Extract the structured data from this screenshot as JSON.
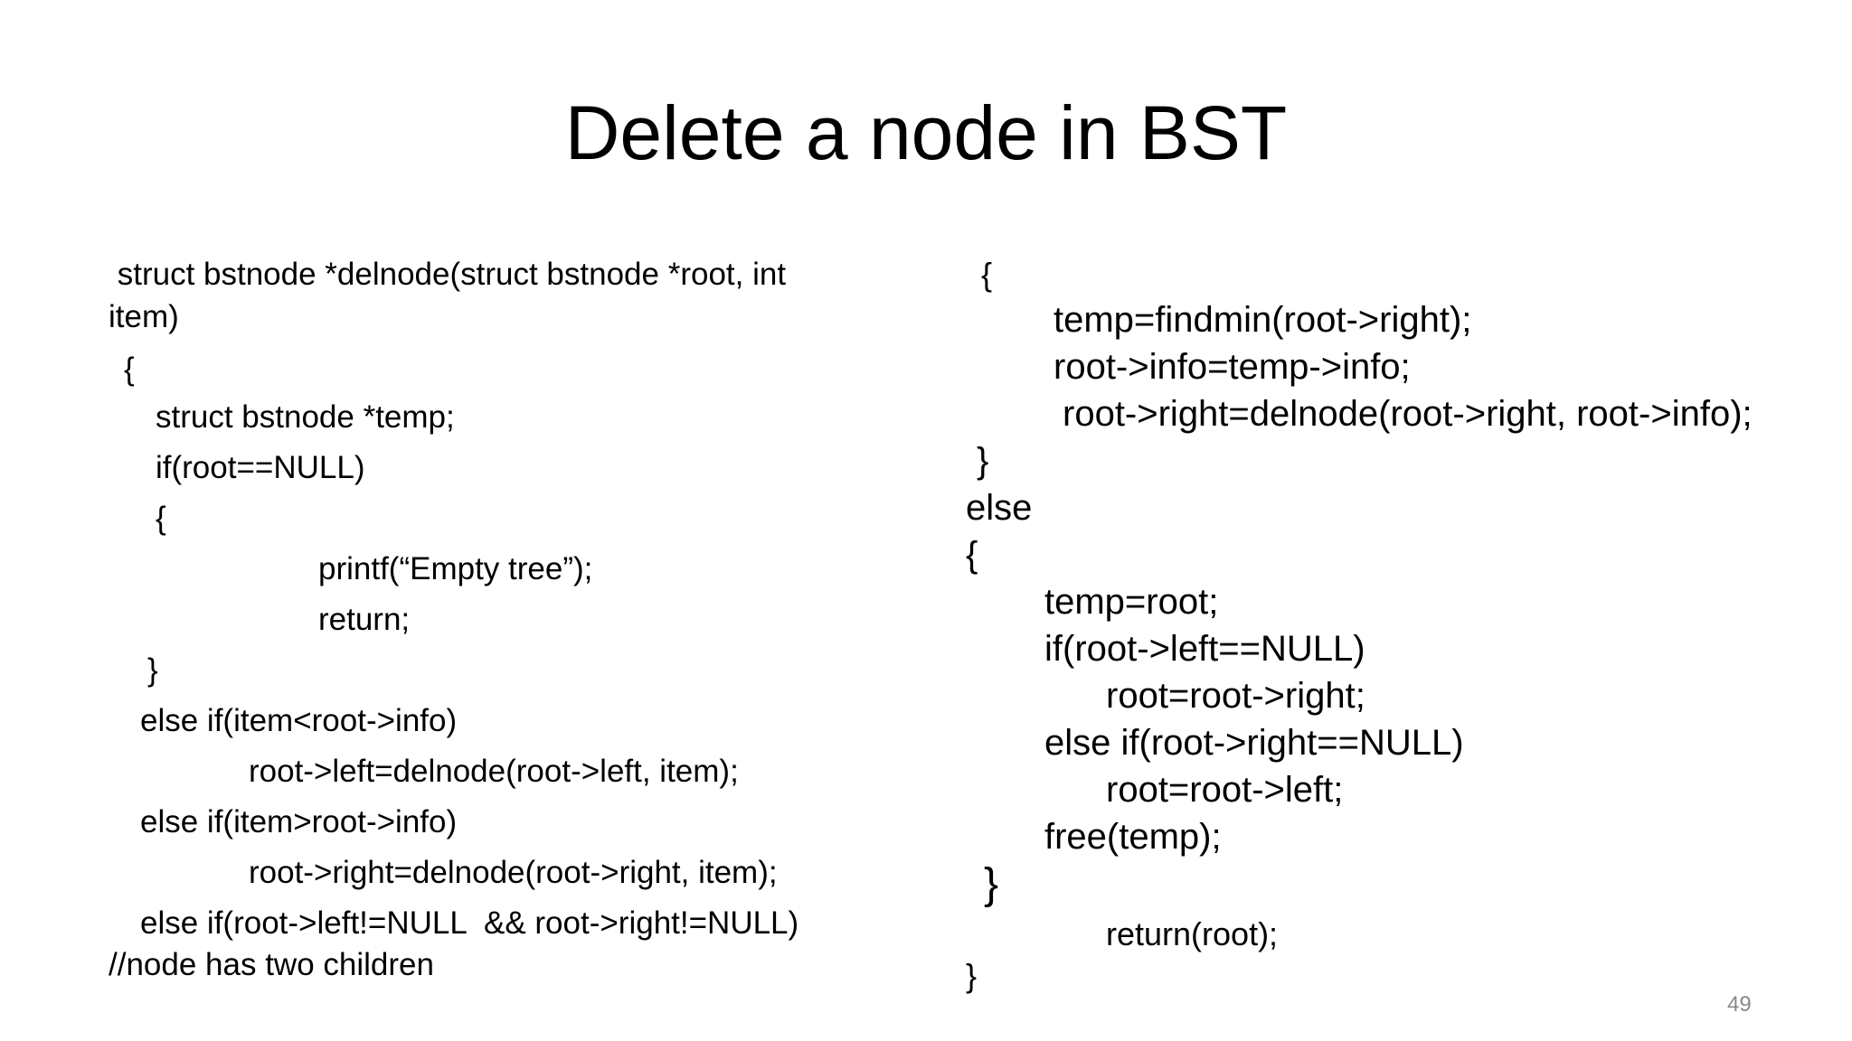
{
  "slide": {
    "title": "Delete a node in BST",
    "left_code": [
      " struct bstnode *delnode(struct bstnode *root, int",
      "item)",
      "{",
      "struct bstnode *temp;",
      "if(root==NULL)",
      "{",
      "printf(“Empty tree”);",
      "return;",
      "}",
      "else if(item<root->info)",
      "root->left=delnode(root->left, item);",
      "else if(item>root->info)",
      "root->right=delnode(root->right, item);",
      "else if(root->left!=NULL  && root->right!=NULL)",
      "//node has two children"
    ],
    "right_code": [
      "{",
      "temp=findmin(root->right);",
      "root->info=temp->info;",
      "root->right=delnode(root->right, root->info);",
      "}",
      "else",
      "{",
      "temp=root;",
      "if(root->left==NULL)",
      "root=root->right;",
      "else if(root->right==NULL)",
      "root=root->left;",
      "free(temp);",
      "}",
      "return(root);",
      "}"
    ],
    "page_number": "49"
  }
}
